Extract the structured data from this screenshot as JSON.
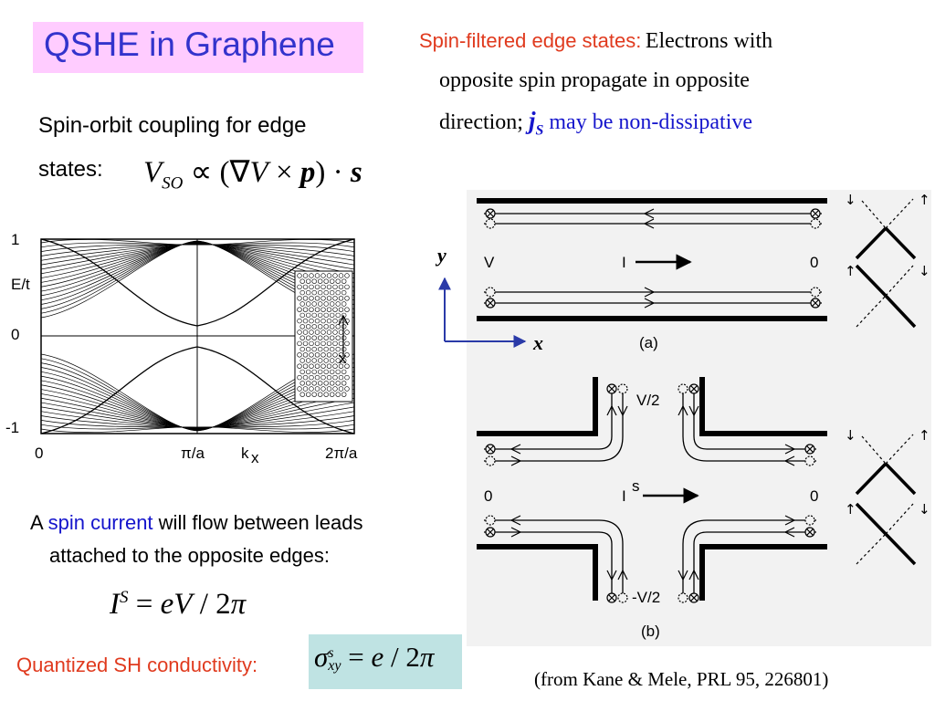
{
  "title": "QSHE in Graphene",
  "left": {
    "soc_line1": "Spin-orbit coupling for edge",
    "soc_line2": "states:",
    "soc_eq": "V_SO ∝ (∇V × p) · s",
    "spin_current_a": "A",
    "spin_current_b": "spin current",
    "spin_current_c": "will flow between leads",
    "spin_current_line2": "attached to the opposite edges:",
    "current_eq": "I^S = eV / 2π",
    "quantized_label": "Quantized SH conductivity:",
    "conductivity_eq": "σ^s_xy = e / 2π"
  },
  "right": {
    "edge_title": "Spin-filtered edge states:",
    "edge_text1": "Electrons with",
    "edge_text2": "opposite spin propagate in opposite",
    "edge_text3": "direction;",
    "edge_js": "j",
    "edge_js_sub": "S",
    "edge_text4": "may be non-dissipative",
    "citation": "(from Kane & Mele, PRL 95, 226801)"
  },
  "band_plot": {
    "y_ticks": [
      "1",
      "0",
      "-1"
    ],
    "y_label": "E/t",
    "x_ticks": [
      "0",
      "π/a",
      "2π/a"
    ],
    "x_label": "k",
    "x_label_sub": "x",
    "inset_label": "x"
  },
  "diagram": {
    "axis_y": "y",
    "axis_x": "x",
    "a_left_voltage": "V",
    "a_current": "I",
    "a_right_voltage": "0",
    "a_caption": "(a)",
    "b_top_voltage": "V/2",
    "b_bottom_voltage": "-V/2",
    "b_left_voltage": "0",
    "b_right_voltage": "0",
    "b_current": "I",
    "b_current_sup": "s",
    "b_caption": "(b)"
  },
  "colors": {
    "title_bg": "#ffccff",
    "title_text": "#3333cc",
    "red_text": "#e03a1e",
    "blue_text": "#1515cc",
    "conductivity_bg": "#bfe3e3",
    "diagram_bg": "#f2f2f2",
    "axis_arrow": "#2a3aa8"
  }
}
